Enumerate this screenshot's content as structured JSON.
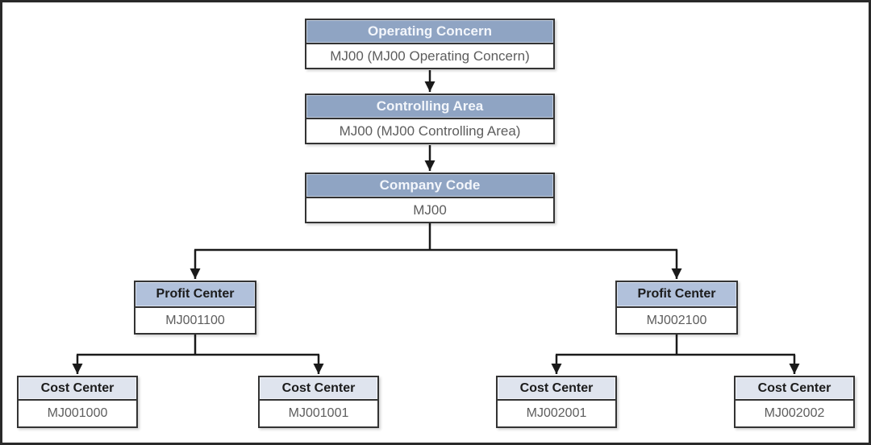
{
  "colors": {
    "level1_header_bg": "#8fa4c3",
    "level1_header_text": "#f3f6fb",
    "level2_header_bg": "#b1c1db",
    "level3_header_bg": "#dfe4ee",
    "dark_header_text": "#1b1b1b",
    "body_text": "#5d5d5d",
    "box_border": "#333333",
    "connector_line": "#1a1a1a",
    "background": "#ffffff"
  },
  "nodes": {
    "operating_concern": {
      "title": "Operating Concern",
      "value": "MJ00 (MJ00 Operating Concern)"
    },
    "controlling_area": {
      "title": "Controlling Area",
      "value": "MJ00 (MJ00 Controlling Area)"
    },
    "company_code": {
      "title": "Company Code",
      "value": "MJ00"
    },
    "profit_centers": [
      {
        "title": "Profit Center",
        "value": "MJ001100"
      },
      {
        "title": "Profit Center",
        "value": "MJ002100"
      }
    ],
    "cost_centers": [
      {
        "title": "Cost Center",
        "value": "MJ001000"
      },
      {
        "title": "Cost Center",
        "value": "MJ001001"
      },
      {
        "title": "Cost Center",
        "value": "MJ002001"
      },
      {
        "title": "Cost Center",
        "value": "MJ002002"
      }
    ]
  }
}
